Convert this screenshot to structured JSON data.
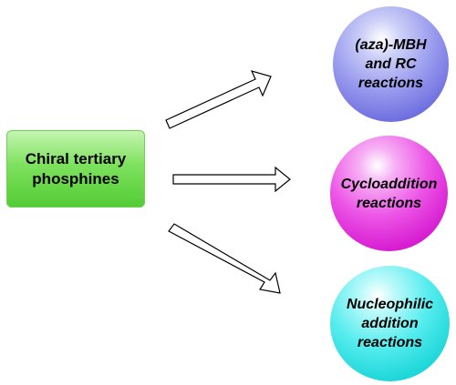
{
  "source": {
    "label": "Chiral tertiary phosphines",
    "color": "#5ad13a"
  },
  "targets": [
    {
      "label": "(aza)-MBH and RC reactions",
      "color": "#8a8bea"
    },
    {
      "label": "Cycloaddition reactions",
      "color": "#e445de"
    },
    {
      "label": "Nucleophilic addition reactions",
      "color": "#3de3e5"
    }
  ],
  "arrow_style": "outlined block arrow"
}
